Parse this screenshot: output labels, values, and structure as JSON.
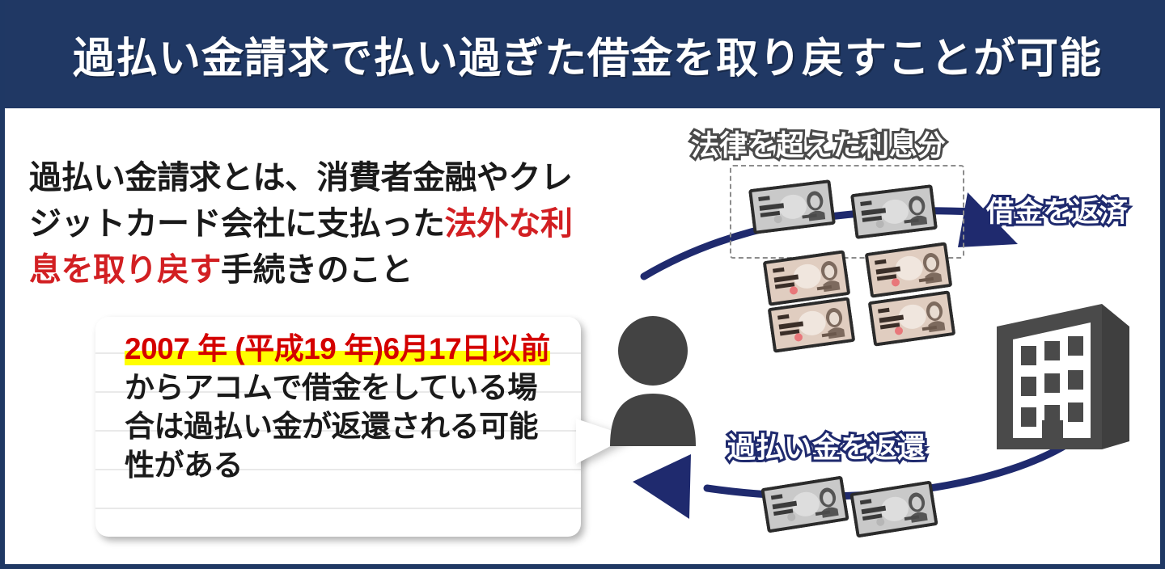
{
  "header": {
    "title": "過払い金請求で払い過ぎた借金を取り戻すことが可能"
  },
  "description": {
    "line1_plain_a": "過払い金請求とは、消費者金融やクレ",
    "line2_plain_b": "ジットカード会社に支払った",
    "line2_red": "法外な",
    "line3_red": "利息を取り戻す",
    "line3_plain": "手続きのこと",
    "full_text": "過払い金請求とは、消費者金融やクレジットカード会社に支払った法外な利息を取り戻す手続きのこと"
  },
  "bubble": {
    "highlight_1": "2007 年 (平成19 年)6月",
    "highlight_2": "17日以前",
    "rest": "からアコムで借金をしている場合は過払い金が返還される可能性がある",
    "full_text": "2007 年 (平成19 年)6月17日以前からアコムで借金をしている場合は過払い金が返還される可能性がある"
  },
  "diagram": {
    "label_interest": "法律を超えた利息分",
    "label_repay": "借金を返済",
    "label_return": "過払い金を返還",
    "person_icon": "person-icon",
    "building_icon": "building-icon",
    "dashed_group_bills": 2,
    "tan_bills": 4,
    "bottom_bills": 2
  },
  "colors": {
    "header_bg": "#203864",
    "border": "#1f3864",
    "accent_red": "#d21f22",
    "highlight_red": "#d40000",
    "highlight_yellow": "#ffff00",
    "navy_arrow": "#1f2a6e",
    "icon_gray": "#434343",
    "gray_bill": "#c9c9c9",
    "tan_bill": "#e0cdc0",
    "label_outline_gray": "#4a4a4a",
    "rule_line": "#e9e9e9"
  }
}
